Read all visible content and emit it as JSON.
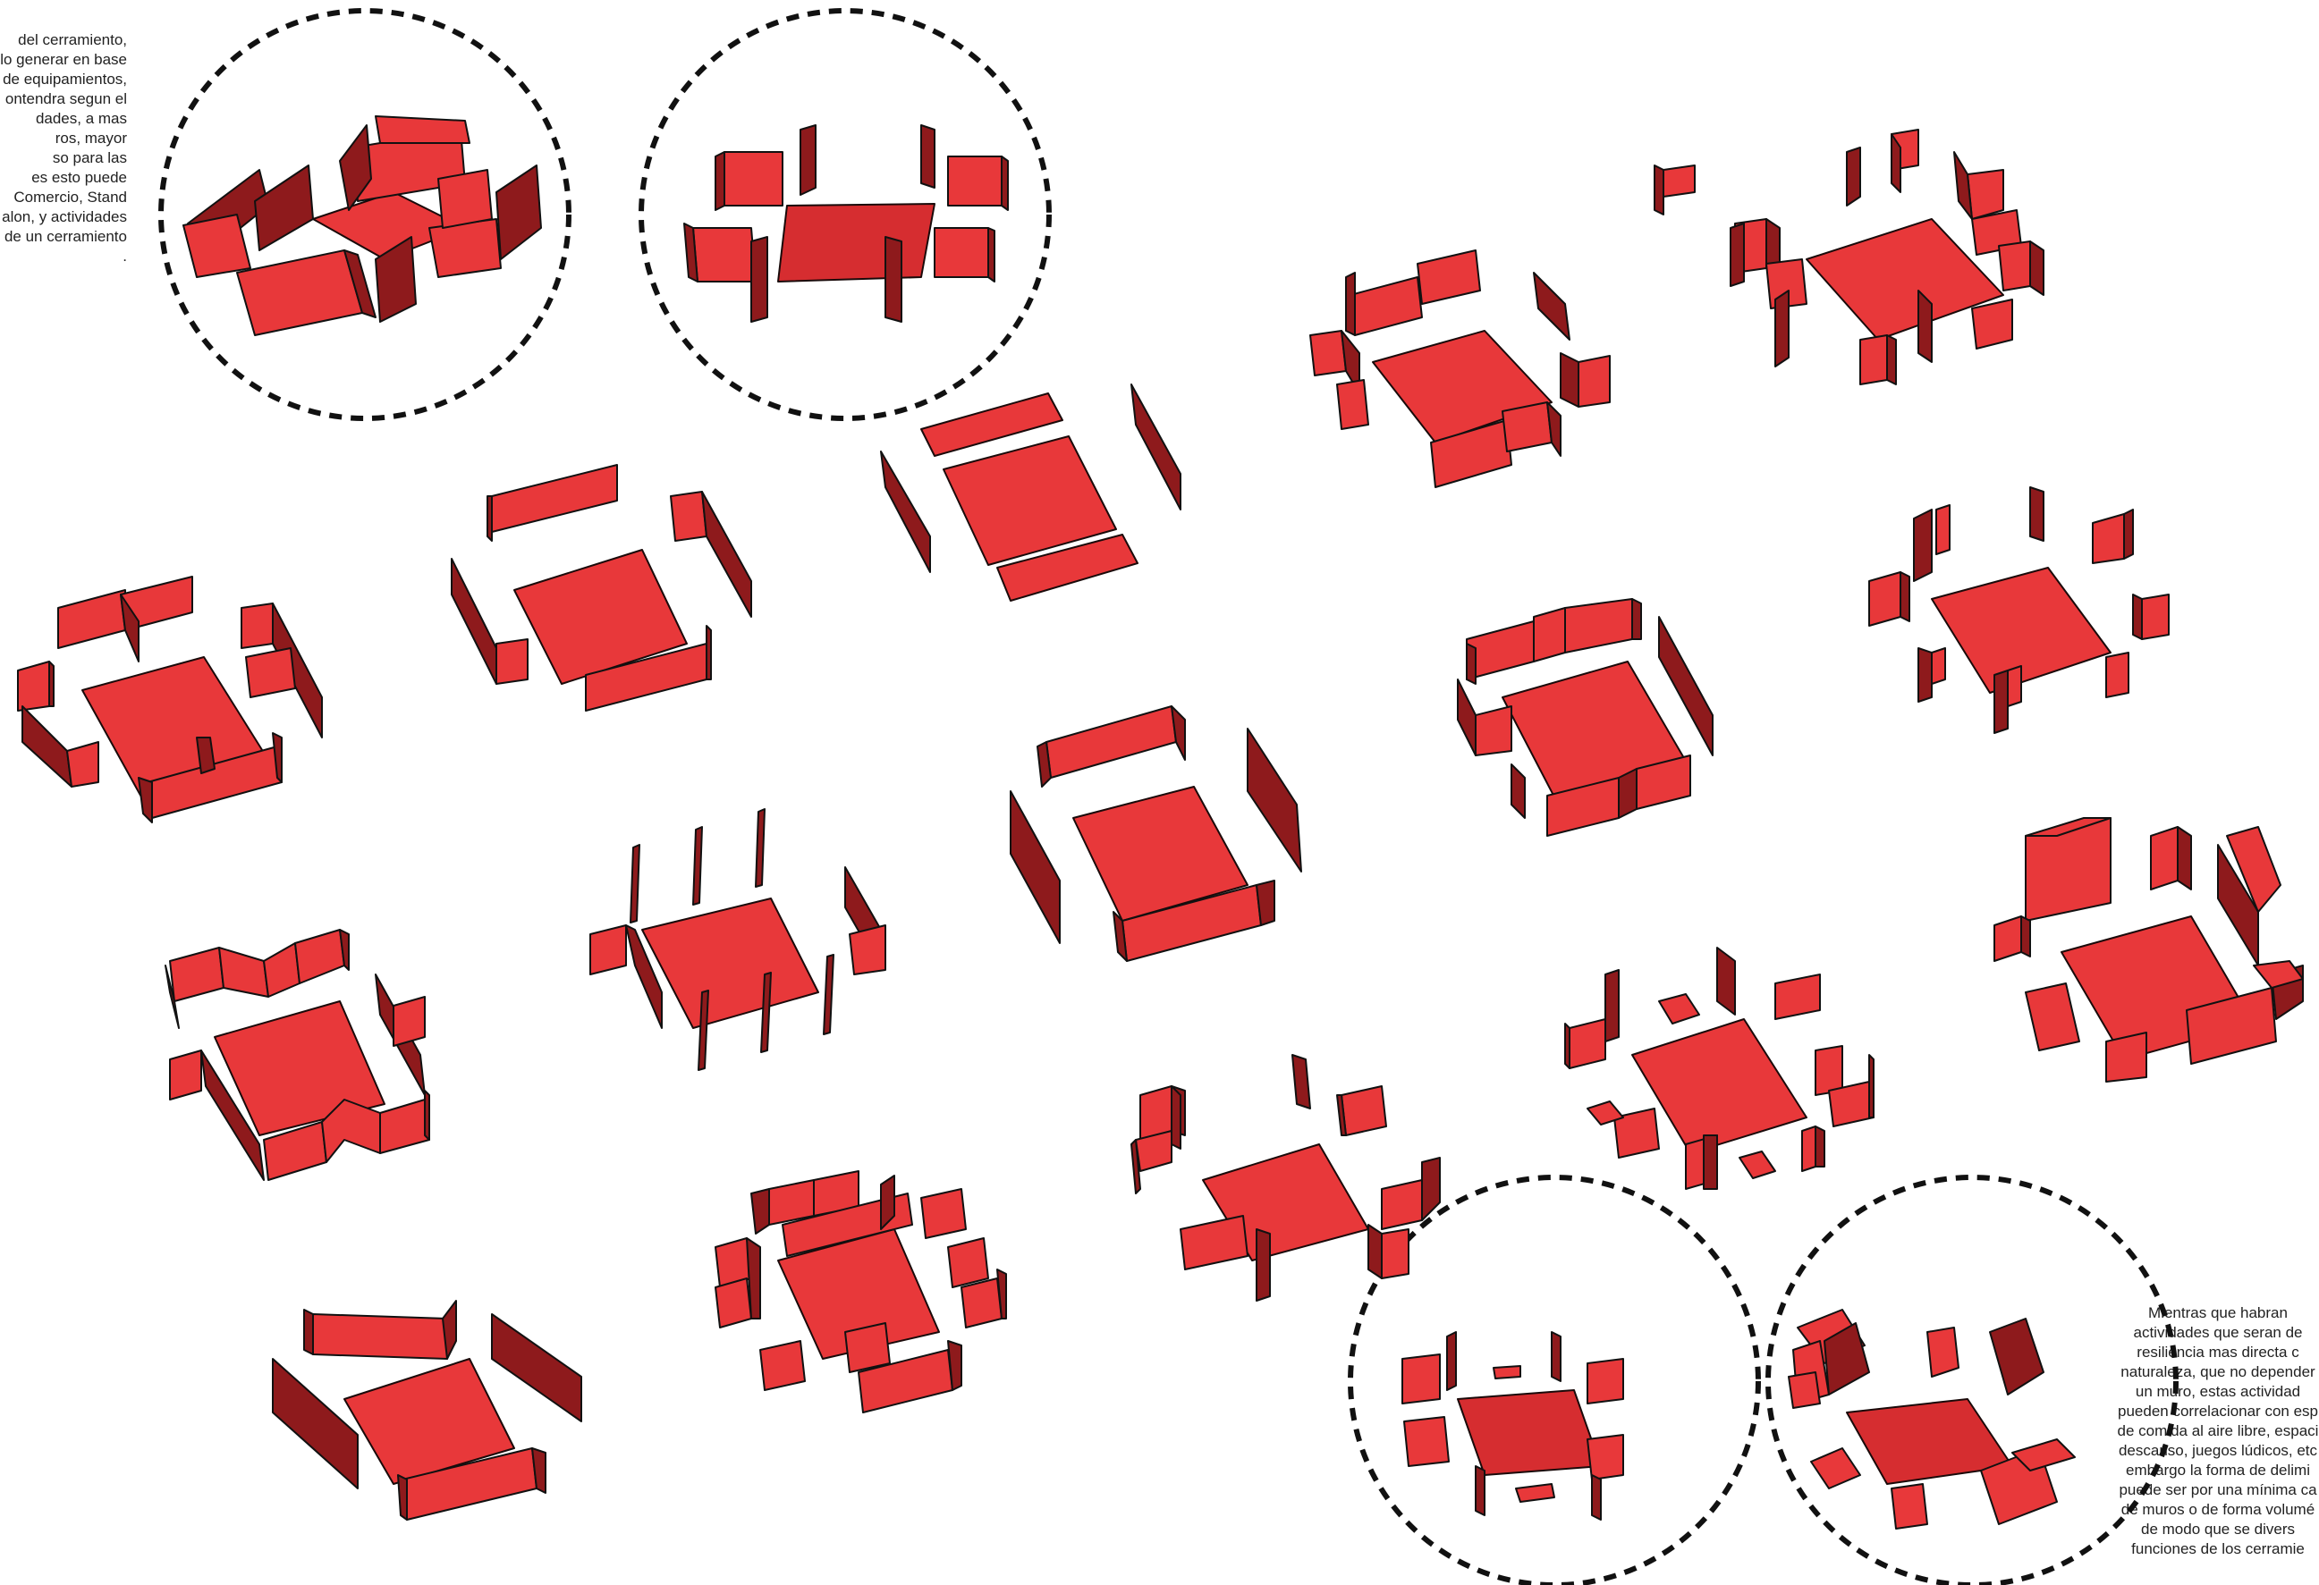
{
  "notes": {
    "left_lines": [
      "del cerramiento,",
      "lo generar en base",
      "de equipamientos,",
      "ontendra segun el",
      "dades, a mas",
      "ros, mayor",
      "so para las",
      "es esto puede",
      "Comercio, Stand",
      "alon, y actividades",
      "de un cerramiento",
      "."
    ],
    "right_lines": [
      "Mientras que habran",
      "actividades que seran de",
      "resiliencia mas directa c",
      "naturaleza, que no depender",
      "un muro, estas actividad",
      "pueden correlacionar con esp",
      "de comida al aire libre, espaci",
      "descanso, juegos lúdicos, etc",
      "embargo la forma de delimi",
      "puede ser por una mínima ca",
      "de muros o de forma volumé",
      "de modo que se divers",
      "funciones de los cerramie"
    ]
  },
  "colors": {
    "face": "#e8383a",
    "side": "#8e1a1c",
    "top": "#e84447",
    "outline": "#111111"
  }
}
